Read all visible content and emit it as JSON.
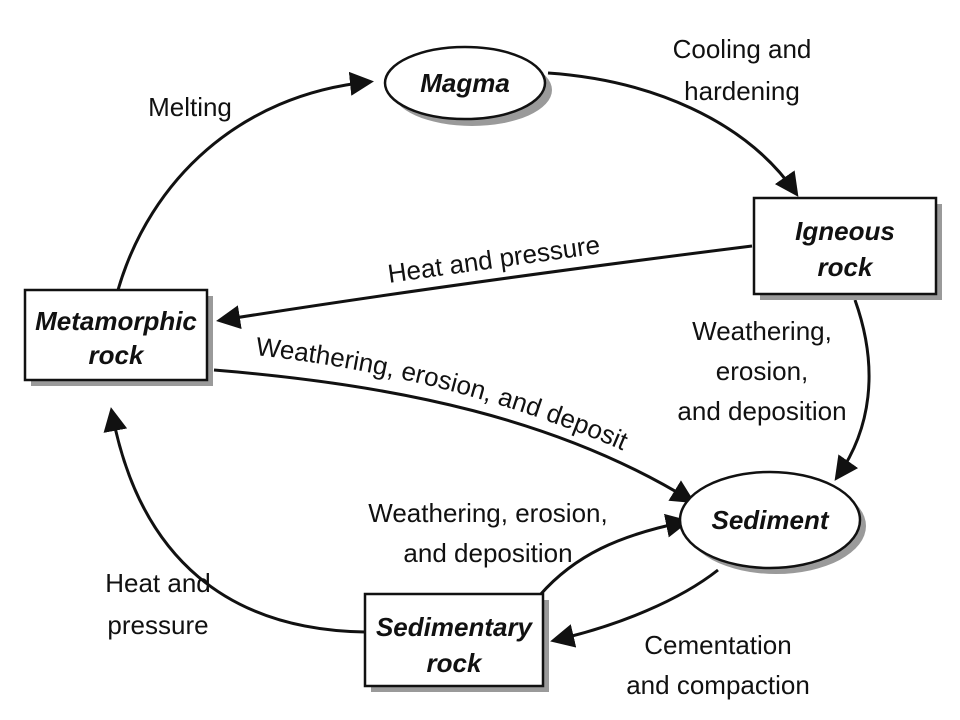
{
  "nodes": {
    "magma": "Magma",
    "igneous": [
      "Igneous",
      "rock"
    ],
    "metamorphic": [
      "Metamorphic",
      "rock"
    ],
    "sediment": "Sediment",
    "sedimentary": [
      "Sedimentary",
      "rock"
    ]
  },
  "edges": {
    "melting": "Melting",
    "cooling": [
      "Cooling and",
      "hardening"
    ],
    "heat_pressure_top": "Heat and pressure",
    "weathering_right": [
      "Weathering,",
      "erosion,",
      "and deposition"
    ],
    "weathering_middle": "Weathering, erosion, and deposit",
    "weathering_lower": [
      "Weathering, erosion,",
      "and deposition"
    ],
    "heat_pressure_left": [
      "Heat and",
      "pressure"
    ],
    "cementation": [
      "Cementation",
      "and compaction"
    ]
  }
}
